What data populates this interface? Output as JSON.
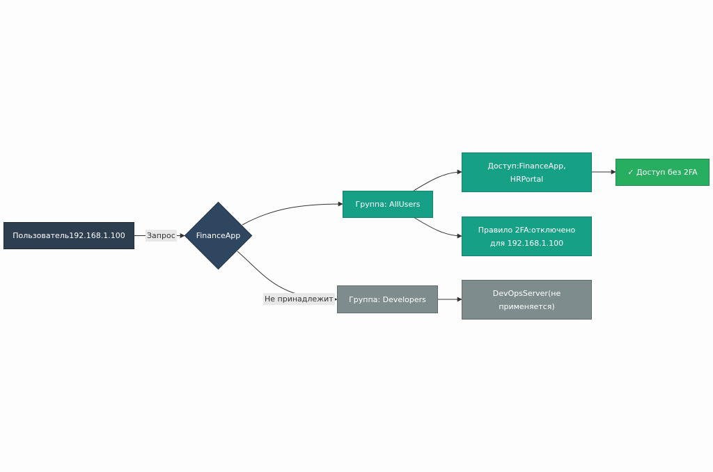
{
  "colors": {
    "dark": "#2c3e50",
    "diamond": "#2f4661",
    "teal": "#16a085",
    "green": "#27ae60",
    "gray": "#7f8c8d",
    "edge": "#333333"
  },
  "nodes": {
    "user": {
      "label": "Пользователь192.168.1.100"
    },
    "financeapp": {
      "label": "FinanceApp"
    },
    "group_allusers": {
      "label": "Группа: AllUsers"
    },
    "access": {
      "label": "Доступ:FinanceApp,\nHRPortal"
    },
    "rule_2fa": {
      "label": "Правило 2FA:отключено\nдля 192.168.1.100"
    },
    "access_no_2fa": {
      "label": "✓ Доступ без 2FA"
    },
    "group_developers": {
      "label": "Группа: Developers"
    },
    "devopsserver": {
      "label": "DevOpsServer(не\nприменяется)"
    }
  },
  "edges": {
    "request_label": "Запрос",
    "not_member_label": "Не принадлежит"
  }
}
